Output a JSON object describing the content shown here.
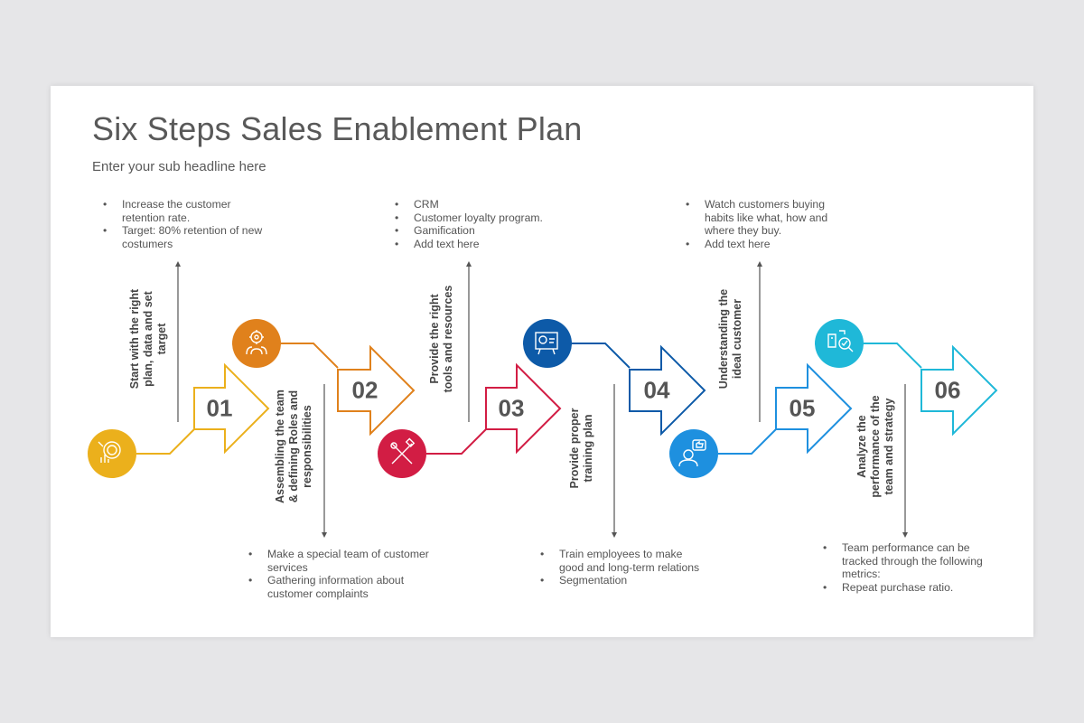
{
  "title": "Six Steps Sales Enablement Plan",
  "subtitle": "Enter your sub headline here",
  "colors": {
    "step1": "#ebb01c",
    "step2": "#e0811c",
    "step3": "#d21d44",
    "step4": "#0d5aa8",
    "step5": "#1e90df",
    "step6": "#1fb8d8",
    "text": "#555555",
    "line": "#555555"
  },
  "steps": [
    {
      "number": "01",
      "label": "Start with the right\nplan, data and set\ntarget",
      "icon": "dollar-target-icon",
      "bullets": [
        "Increase the customer retention rate.",
        "Target: 80% retention of new costumers"
      ]
    },
    {
      "number": "02",
      "label": "Assembling the team\n& defining Roles and\nresponsibilities",
      "icon": "team-gear-icon",
      "bullets": [
        "Make a special team of customer services",
        "Gathering information about customer complaints"
      ]
    },
    {
      "number": "03",
      "label": "Provide the right\ntools and resources",
      "icon": "tools-icon",
      "bullets": [
        "CRM",
        "Customer loyalty program.",
        "Gamification",
        "Add text here"
      ]
    },
    {
      "number": "04",
      "label": "Provide proper\ntraining plan",
      "icon": "training-board-icon",
      "bullets": [
        "Train employees to make good and long-term relations",
        "Segmentation"
      ]
    },
    {
      "number": "05",
      "label": "Understanding the\nideal customer",
      "icon": "customer-like-icon",
      "bullets": [
        "Watch customers buying habits like what, how and where they buy.",
        "Add text here"
      ]
    },
    {
      "number": "06",
      "label": "Analyze the\nperformance of the\nteam and strategy",
      "icon": "analytics-search-icon",
      "bullets": [
        "Team performance can be tracked through the following metrics:",
        "Repeat purchase ratio."
      ]
    }
  ]
}
